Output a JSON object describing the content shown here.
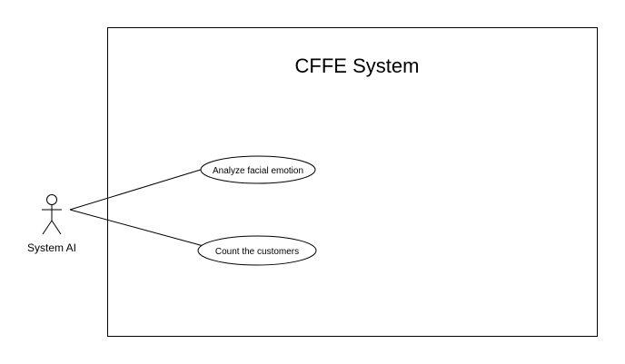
{
  "diagram": {
    "type": "use-case",
    "system": {
      "title": "CFFE System"
    },
    "actor": {
      "name": "System AI"
    },
    "use_cases": [
      {
        "label": "Analyze facial emotion"
      },
      {
        "label": "Count the customers"
      }
    ],
    "colors": {
      "stroke": "#000000",
      "fill": "#ffffff"
    }
  }
}
